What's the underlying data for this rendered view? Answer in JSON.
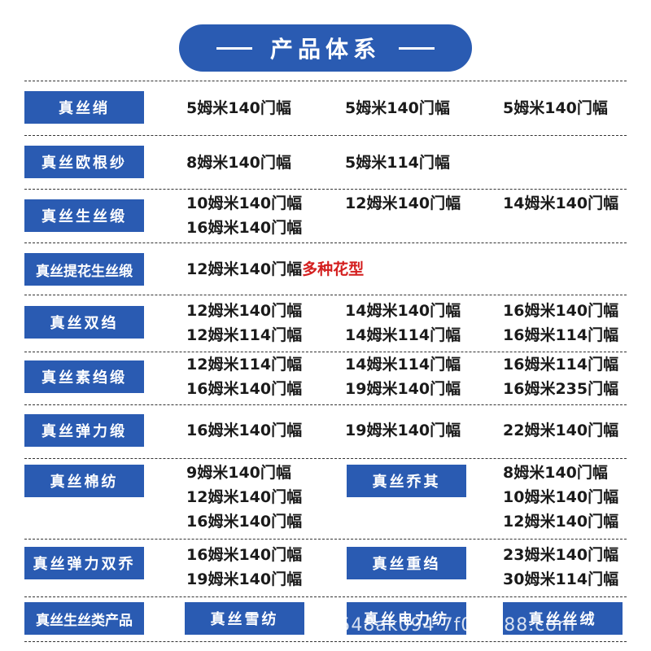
{
  "header": {
    "title": "产品体系"
  },
  "rows": [
    {
      "tag": "真丝绡",
      "cols": [
        [
          "5姆米140门幅"
        ],
        [
          "5姆米140门幅"
        ],
        [
          "5姆米140门幅"
        ]
      ]
    },
    {
      "tag": "真丝欧根纱",
      "cols": [
        [
          "8姆米140门幅"
        ],
        [
          "5姆米114门幅"
        ]
      ]
    },
    {
      "tag": "真丝生丝缎",
      "cols": [
        [
          "10姆米140门幅",
          "16姆米140门幅"
        ],
        [
          "12姆米140门幅"
        ],
        [
          "14姆米140门幅"
        ]
      ]
    },
    {
      "tag": "真丝提花生丝缎",
      "text": "12姆米140门幅",
      "highlight": "多种花型",
      "highlight_color": "#d41f1f"
    },
    {
      "tag": "真丝双绉",
      "cols": [
        [
          "12姆米140门幅",
          "12姆米114门幅"
        ],
        [
          "14姆米140门幅",
          "14姆米114门幅"
        ],
        [
          "16姆米140门幅",
          "16姆米114门幅"
        ]
      ]
    },
    {
      "tag": "真丝素绉缎",
      "cols": [
        [
          "12姆米114门幅",
          "16姆米140门幅"
        ],
        [
          "14姆米114门幅",
          "19姆米140门幅"
        ],
        [
          "16姆米114门幅",
          "16姆米235门幅"
        ]
      ]
    },
    {
      "tag": "真丝弹力缎",
      "cols": [
        [
          "16姆米140门幅"
        ],
        [
          "19姆米140门幅"
        ],
        [
          "22姆米140门幅"
        ]
      ]
    },
    {
      "tag": "真丝棉纺",
      "cols": [
        [
          "9姆米140门幅",
          "12姆米140门幅",
          "16姆米140门幅"
        ]
      ],
      "mid_tag": "真丝乔其",
      "right": [
        "8姆米140门幅",
        "10姆米140门幅",
        "12姆米140门幅"
      ]
    },
    {
      "tag": "真丝弹力双乔",
      "cols": [
        [
          "16姆米140门幅",
          "19姆米140门幅"
        ]
      ],
      "mid_tag": "真丝重绉",
      "right": [
        "23姆米140门幅",
        "30姆米114门幅"
      ]
    },
    {
      "tags": [
        "真丝生丝类产品",
        "真丝雪纺",
        "真丝电力纺",
        "真丝丝绒"
      ]
    }
  ],
  "watermark": "hop548ak094 7f0.1688.com",
  "colors": {
    "accent": "#2a5bb2",
    "highlight": "#d41f1f"
  }
}
